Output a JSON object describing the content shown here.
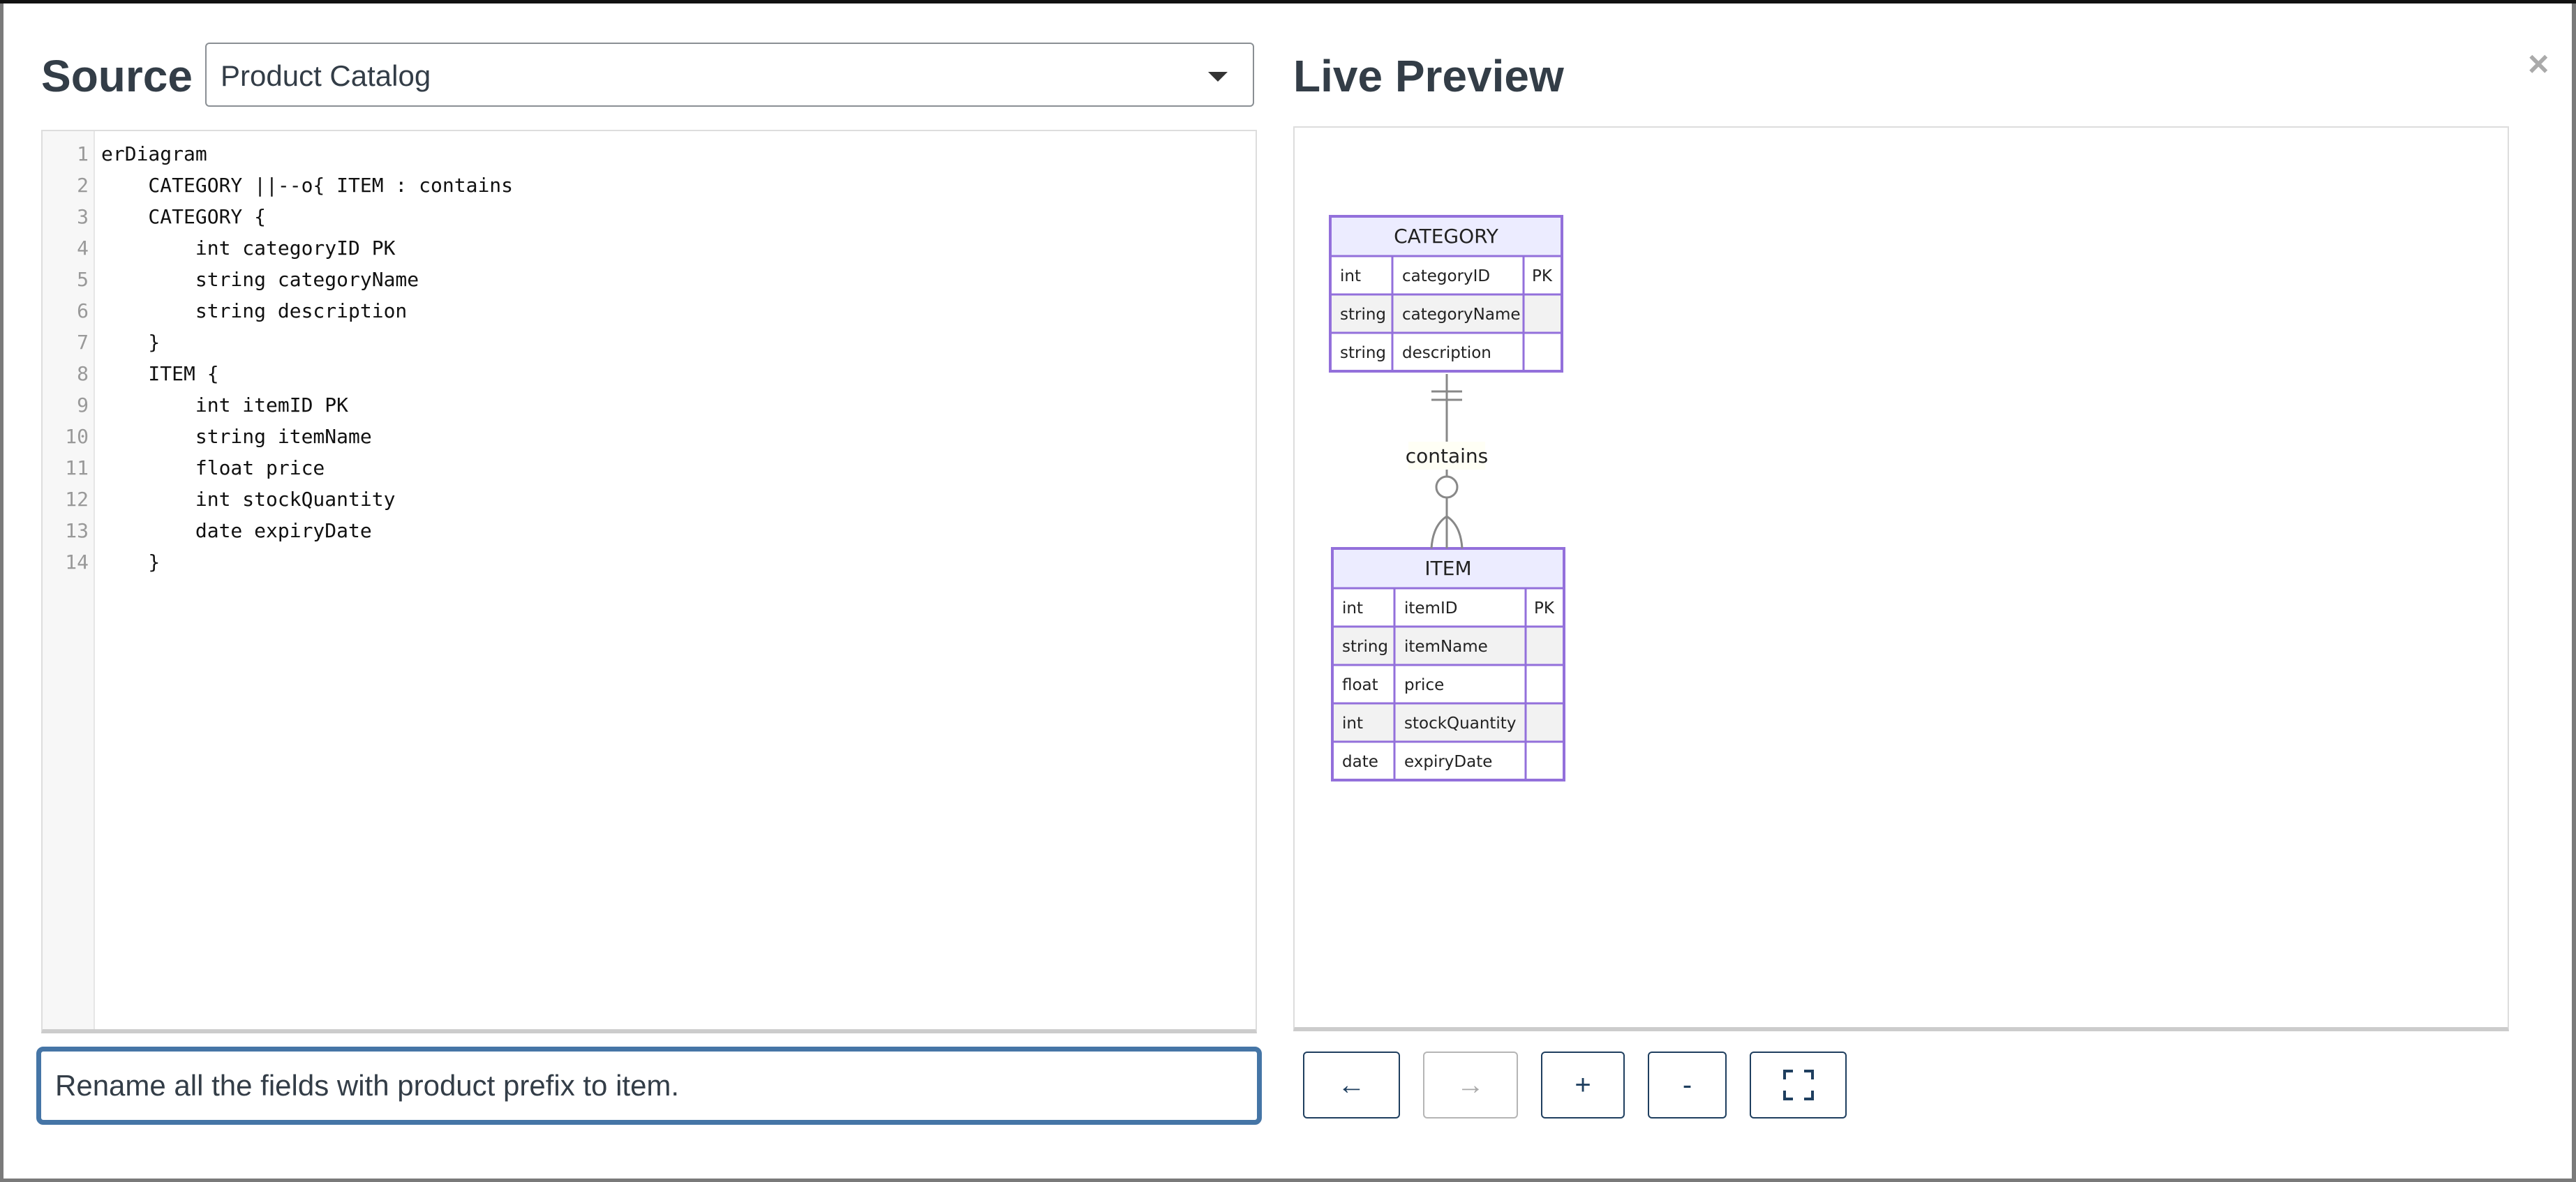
{
  "source": {
    "title": "Source",
    "selected_diagram": "Product Catalog",
    "code_lines": [
      "erDiagram",
      "    CATEGORY ||--o{ ITEM : contains",
      "    CATEGORY {",
      "        int categoryID PK",
      "        string categoryName",
      "        string description",
      "    }",
      "    ITEM {",
      "        int itemID PK",
      "        string itemName",
      "        float price",
      "        int stockQuantity",
      "        date expiryDate",
      "    }"
    ]
  },
  "preview": {
    "title": "Live Preview",
    "close_icon": "close-icon",
    "diagram": {
      "relationship_label": "contains",
      "entities": [
        {
          "name": "CATEGORY",
          "attributes": [
            {
              "type": "int",
              "name": "categoryID",
              "key": "PK"
            },
            {
              "type": "string",
              "name": "categoryName",
              "key": ""
            },
            {
              "type": "string",
              "name": "description",
              "key": ""
            }
          ]
        },
        {
          "name": "ITEM",
          "attributes": [
            {
              "type": "int",
              "name": "itemID",
              "key": "PK"
            },
            {
              "type": "string",
              "name": "itemName",
              "key": ""
            },
            {
              "type": "float",
              "name": "price",
              "key": ""
            },
            {
              "type": "int",
              "name": "stockQuantity",
              "key": ""
            },
            {
              "type": "date",
              "name": "expiryDate",
              "key": ""
            }
          ]
        }
      ],
      "colors": {
        "border": "#9370db",
        "header": "#ececff",
        "alt_row": "#f2f2f2",
        "line": "#888888"
      }
    }
  },
  "prompt": {
    "value": "Rename all the fields with product prefix to item."
  },
  "controls": {
    "back": "←",
    "forward": "→",
    "zoom_in": "+",
    "zoom_out": "-",
    "fullscreen": "⛶"
  }
}
